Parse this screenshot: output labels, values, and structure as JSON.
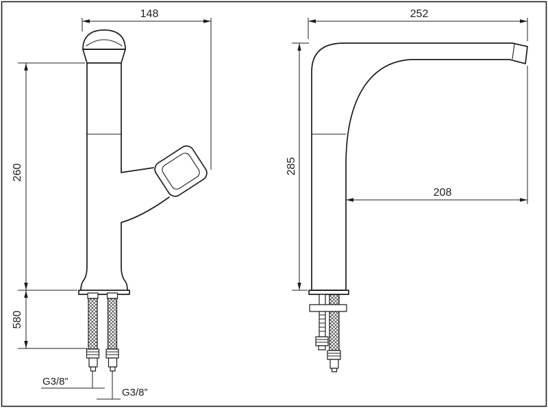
{
  "drawing": {
    "kind": "technical dimension drawing",
    "subject": "tall single-lever basin mixer tap, front and side views",
    "colors": {
      "ink": "#1c1c1c",
      "background": "#ffffff"
    },
    "front_view": {
      "width_top": "148",
      "height": "260",
      "hose_length": "580",
      "thread_left": "G3/8”",
      "thread_right": "G3/8”"
    },
    "side_view": {
      "depth": "252",
      "height": "285",
      "spout_reach": "208"
    }
  }
}
